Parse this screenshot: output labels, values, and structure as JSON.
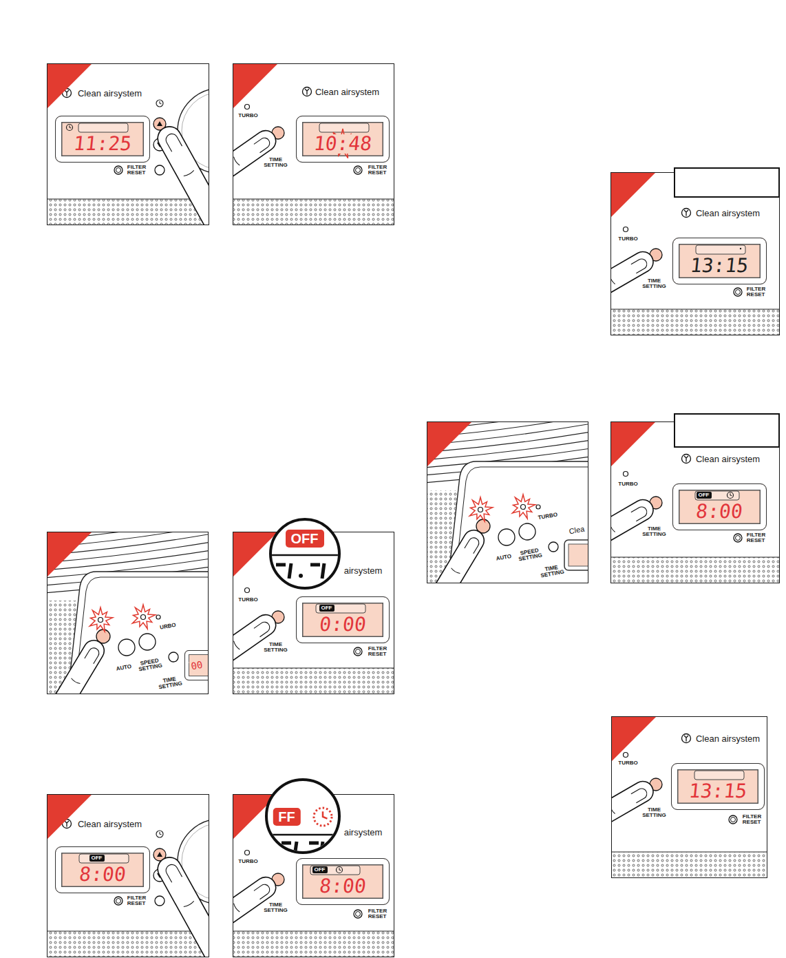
{
  "diagram": {
    "nodes": [
      {
        "text": [
          "Clean airsystem",
          "FILTER RESET"
        ]
      },
      {
        "text": [
          "11:25"
        ],
        "in": 0
      },
      {
        "text": [
          "Clean airsystem",
          "TURBO",
          "TIME SETTING",
          "FILTER RESET"
        ]
      },
      {
        "text": [
          "10:48"
        ],
        "in": 2
      },
      {
        "text": [
          "URBO",
          "AUTO",
          "SPEED SETTING",
          "TIME SETTING"
        ]
      },
      {
        "text": [
          "00"
        ],
        "in": 4
      },
      {
        "text": [
          "airsystem",
          "TURBO",
          "TIME SETTING",
          "FILTER RESET"
        ]
      },
      {
        "text": [
          "OFF"
        ],
        "in": 6
      },
      {
        "text": [
          "OFF",
          "0:00"
        ],
        "in": 6
      },
      {
        "text": [
          "Clean airsystem",
          "FILTER RESET"
        ]
      },
      {
        "text": [
          "OFF",
          "8:00"
        ],
        "in": 9
      },
      {
        "text": [
          "airsystem",
          "TURBO",
          "TIME SETTING",
          "FILTER RESET"
        ]
      },
      {
        "text": [
          "FF"
        ],
        "in": 11
      },
      {
        "text": [
          "OFF",
          "8:00"
        ],
        "in": 11
      },
      {
        "text": [
          "Clean airsystem",
          "TURBO",
          "TIME SETTING",
          "FILTER RESET"
        ]
      },
      {
        "text": [
          "13:15"
        ],
        "in": 14
      },
      {
        "text": [
          "TURBO",
          "AUTO",
          "SPEED SETTING",
          "TIME SETTING",
          "Clea"
        ]
      },
      {
        "text": [
          "Clean airsystem",
          "TURBO",
          "TIME SETTING",
          "FILTER RESET"
        ]
      },
      {
        "text": [
          "OFF",
          "8:00"
        ],
        "in": 17
      },
      {
        "text": [
          "Clean airsystem",
          "TURBO",
          "TIME SETTING",
          "FILTER RESET"
        ]
      },
      {
        "text": [
          "13:15"
        ],
        "in": 19
      }
    ]
  }
}
